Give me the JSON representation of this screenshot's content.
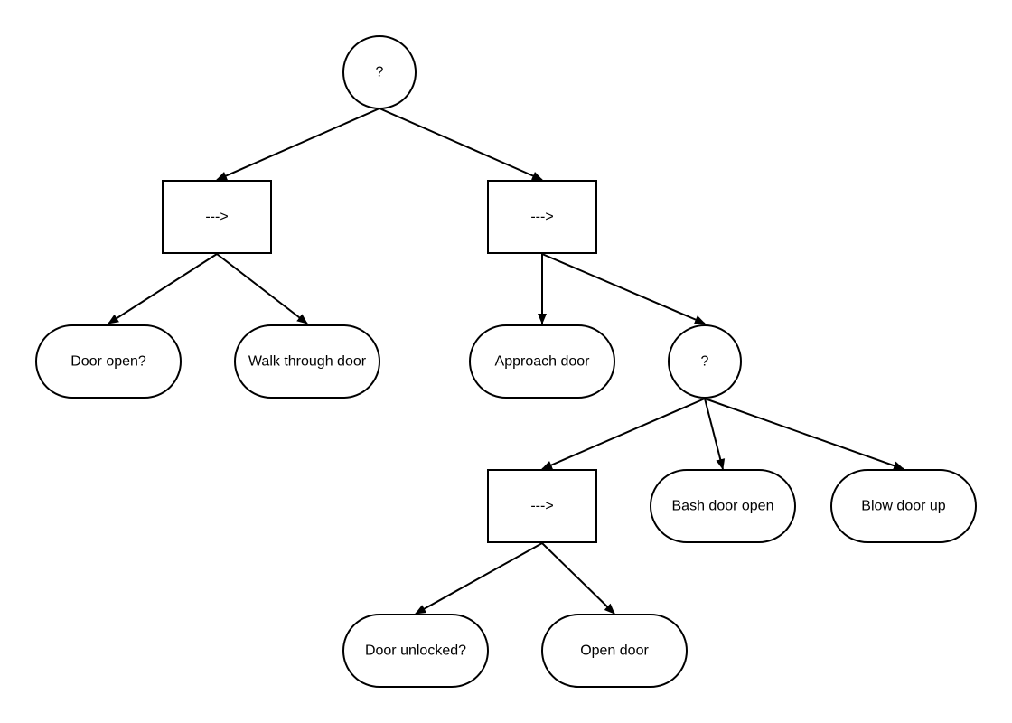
{
  "diagram": {
    "nodes": {
      "root_selector": {
        "label": "?"
      },
      "seq_left": {
        "label": "--->"
      },
      "seq_right": {
        "label": "--->"
      },
      "door_open_check": {
        "label": "Door open?"
      },
      "walk_through": {
        "label": "Walk through door"
      },
      "approach_door": {
        "label": "Approach door"
      },
      "inner_selector": {
        "label": "?"
      },
      "seq_unlock": {
        "label": "--->"
      },
      "bash_door": {
        "label": "Bash door open"
      },
      "blow_door": {
        "label": "Blow door up"
      },
      "door_unlocked_check": {
        "label": "Door unlocked?"
      },
      "open_door": {
        "label": "Open door"
      }
    }
  }
}
